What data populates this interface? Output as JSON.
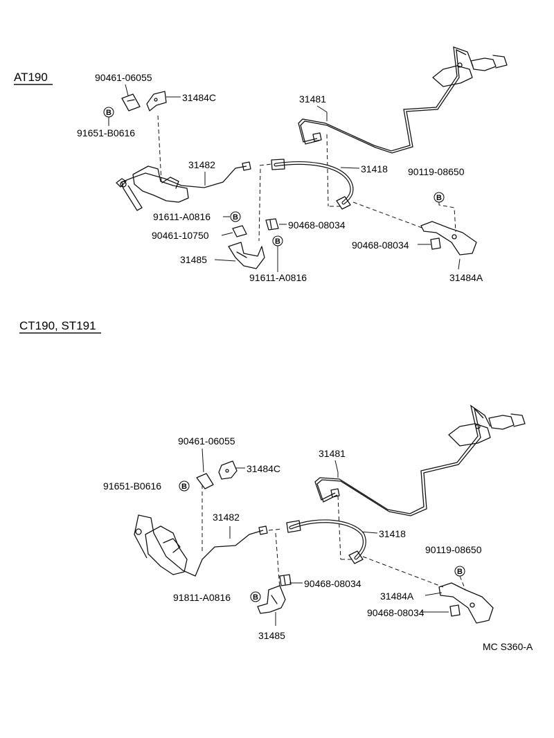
{
  "sections": {
    "top": {
      "title": "AT190"
    },
    "bottom": {
      "title": "CT190, ST191"
    }
  },
  "bolt_symbol": "B",
  "parts": {
    "top": {
      "p90461_06055": "90461-06055",
      "p31484c": "31484C",
      "p91651_b0616": "91651-B0616",
      "p31481": "31481",
      "p31482": "31482",
      "p31418": "31418",
      "p90119_08650": "90119-08650",
      "p91611_a0816_a": "91611-A0816",
      "p90468_08034_a": "90468-08034",
      "p90461_10750": "90461-10750",
      "p90468_08034_b": "90468-08034",
      "p31485": "31485",
      "p91611_a0816_b": "91611-A0816",
      "p31484a": "31484A"
    },
    "bottom": {
      "p90461_06055": "90461-06055",
      "p31481": "31481",
      "p31484c": "31484C",
      "p91651_b0616": "91651-B0616",
      "p31482": "31482",
      "p31418": "31418",
      "p90119_08650": "90119-08650",
      "p90468_08034_a": "90468-08034",
      "p31484a": "31484A",
      "p91811_a0816": "91811-A0816",
      "p90468_08034_b": "90468-08034",
      "p31485": "31485"
    }
  },
  "diagram_code": "MC S360-A"
}
